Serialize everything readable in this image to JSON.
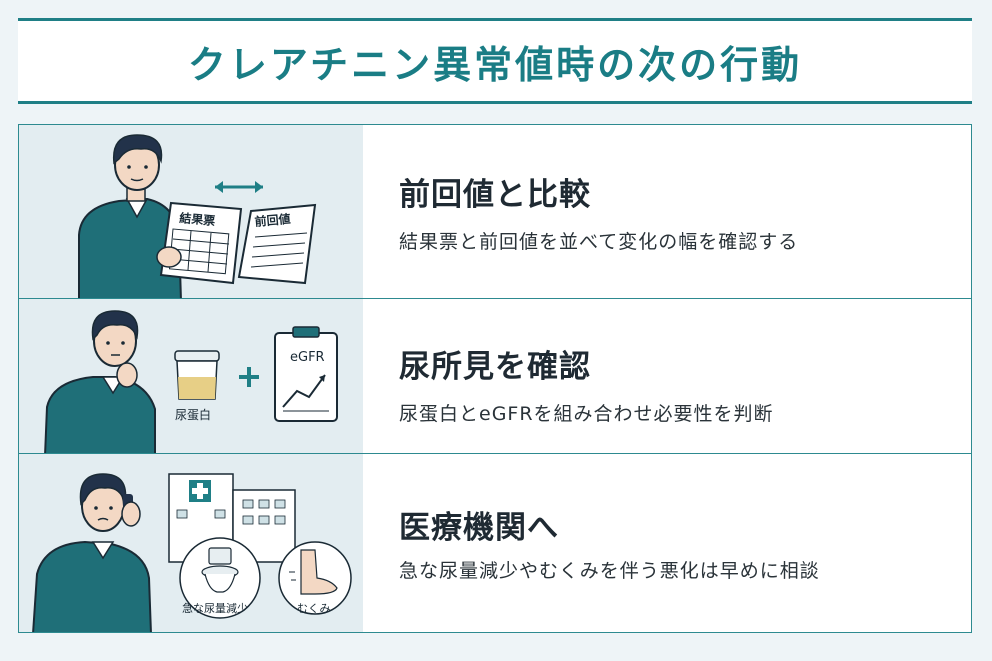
{
  "title": "クレアチニン異常値時の次の行動",
  "colors": {
    "accent": "#1f7f86",
    "sweater": "#1f6f78",
    "hair": "#22324a",
    "background": "#eef4f7"
  },
  "steps": [
    {
      "heading": "前回値と比較",
      "description": "結果票と前回値を並べて変化の幅を確認する",
      "labels": {
        "sheet1": "結果票",
        "sheet2": "前回値"
      }
    },
    {
      "heading": "尿所見を確認",
      "description": "尿蛋白とeGFRを組み合わせ必要性を判断",
      "labels": {
        "cup": "尿蛋白",
        "clipboard": "eGFR"
      }
    },
    {
      "heading": "医療機関へ",
      "description": "急な尿量減少やむくみを伴う悪化は早めに相談",
      "labels": {
        "toilet": "急な尿量減少",
        "foot": "むくみ"
      }
    }
  ]
}
